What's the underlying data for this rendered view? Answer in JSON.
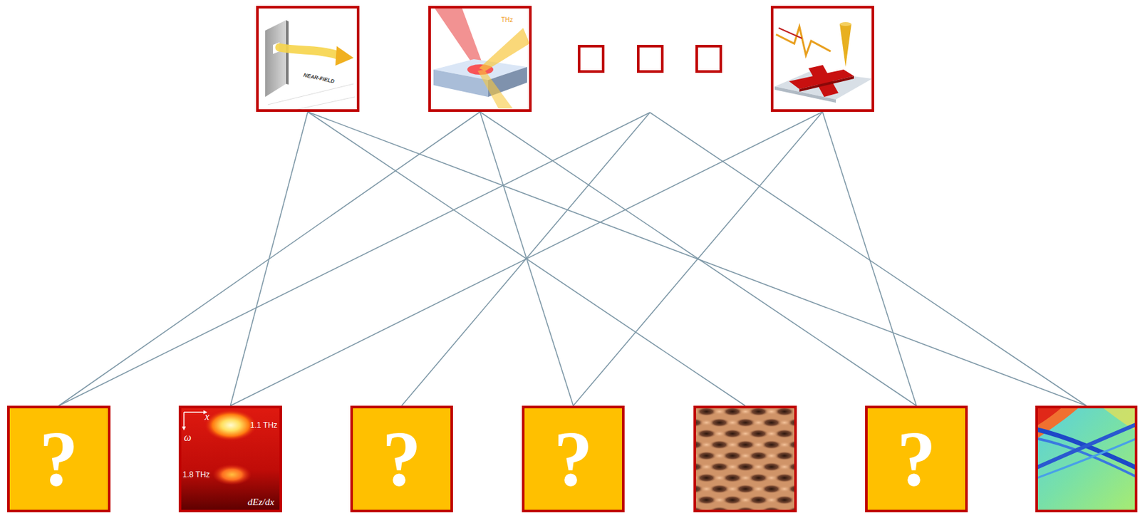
{
  "diagram": {
    "nodes": [
      {
        "text": [
          "NEAR-FIELD"
        ]
      },
      {
        "text": [
          "THz"
        ]
      },
      {
        "text": []
      },
      {
        "text": []
      },
      {
        "text": [
          "?"
        ]
      },
      {
        "text": [
          "x",
          "ω",
          "1.1 THz",
          "1.8 THz",
          "dEz/dx"
        ]
      },
      {
        "text": [
          "?"
        ]
      },
      {
        "text": [
          "?"
        ]
      },
      {
        "text": []
      },
      {
        "text": [
          "?"
        ]
      },
      {
        "text": []
      }
    ],
    "edges": [
      {
        "from": 0,
        "to": 5,
        "arrow": "none"
      },
      {
        "from": 0,
        "to": 8,
        "arrow": "none"
      },
      {
        "from": 0,
        "to": 10,
        "arrow": "none"
      },
      {
        "from": 1,
        "to": 4,
        "arrow": "none"
      },
      {
        "from": 1,
        "to": 7,
        "arrow": "none"
      },
      {
        "from": 1,
        "to": 9,
        "arrow": "none"
      },
      {
        "from": 2,
        "to": 4,
        "arrow": "none"
      },
      {
        "from": 2,
        "to": 6,
        "arrow": "none"
      },
      {
        "from": 2,
        "to": 10,
        "arrow": "none"
      },
      {
        "from": 3,
        "to": 5,
        "arrow": "none"
      },
      {
        "from": 3,
        "to": 7,
        "arrow": "none"
      },
      {
        "from": 3,
        "to": 9,
        "arrow": "none"
      }
    ]
  }
}
